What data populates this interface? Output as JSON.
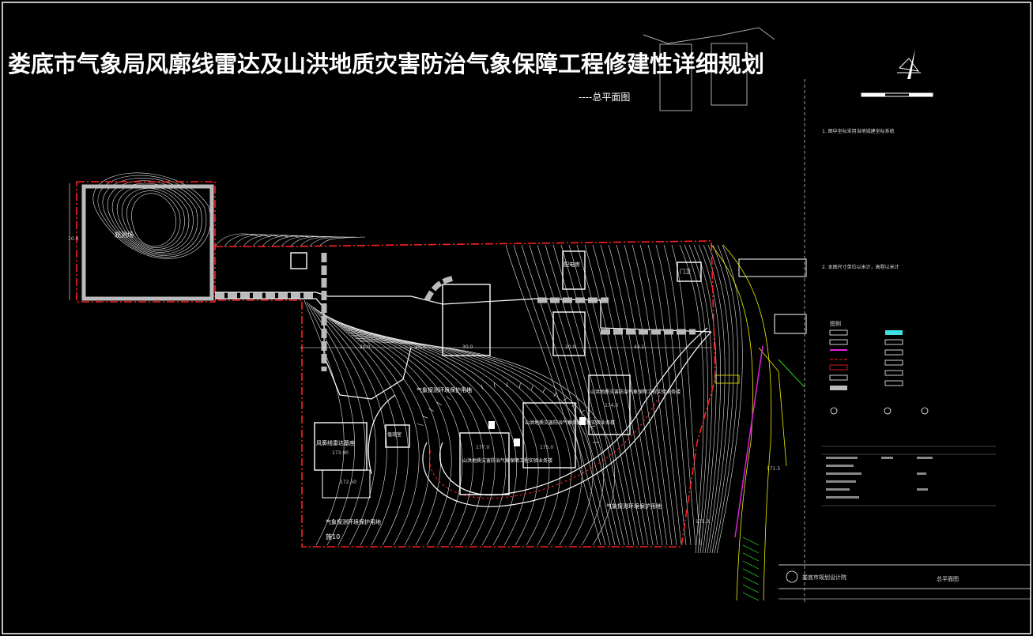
{
  "document": {
    "title": "娄底市气象局风廓线雷达及山洪地质灾害防治气象保障工程修建性详细规划",
    "subtitle": "----总平面图"
  },
  "site": {
    "zone_label": "施10",
    "corner_labels": {
      "road_north": "气象探测环境保护用地",
      "road_south": "气象探测环境保护用地",
      "road_east": "气象探测环境保护用地"
    },
    "buildings": [
      {
        "name": "风廓线雷达基座",
        "label": "风廓线雷达基座"
      },
      {
        "name": "值班室",
        "label": "值班室"
      },
      {
        "name": "山洪地质灾害防治气象保障工程实验业务楼1",
        "label": "山洪地质灾害防治气象保障工程实验业务楼"
      },
      {
        "name": "山洪地质灾害防治气象保障工程实验业务楼2",
        "label": "山洪地质灾害防治气象保障工程实验业务楼"
      },
      {
        "name": "山洪地质灾害防治气象保障工程实验业务楼3",
        "label": "山洪地质灾害防治气象保障工程实验业务楼"
      },
      {
        "name": "配电房",
        "label": "配电房"
      },
      {
        "name": "门卫",
        "label": "门卫"
      },
      {
        "name": "观测场",
        "label": "观测场"
      }
    ],
    "elevations": [
      "173.90",
      "172.50",
      "171.5",
      "171.3",
      "177.0",
      "175.0",
      "174.0"
    ],
    "dims": [
      "20.0",
      "30.0",
      "20.0",
      "44.1",
      "20.0",
      "10.0"
    ]
  },
  "colors": {
    "background": "#000000",
    "contour": "#ffffff",
    "boundary": "#ff1e1e",
    "road": "#ffffff",
    "legend_magenta": "#e020e0",
    "legend_yellow": "#f0f000",
    "legend_cyan": "#40e0e0"
  },
  "sidebar": {
    "notes": [
      "1. 图中坐标采用当地城建坐标系统",
      "2. 本图尺寸单位以米计，高程以米计"
    ],
    "legend_title": "图例"
  },
  "titleblock": {
    "org": "娄底市规划设计院",
    "label": "总平面图"
  }
}
